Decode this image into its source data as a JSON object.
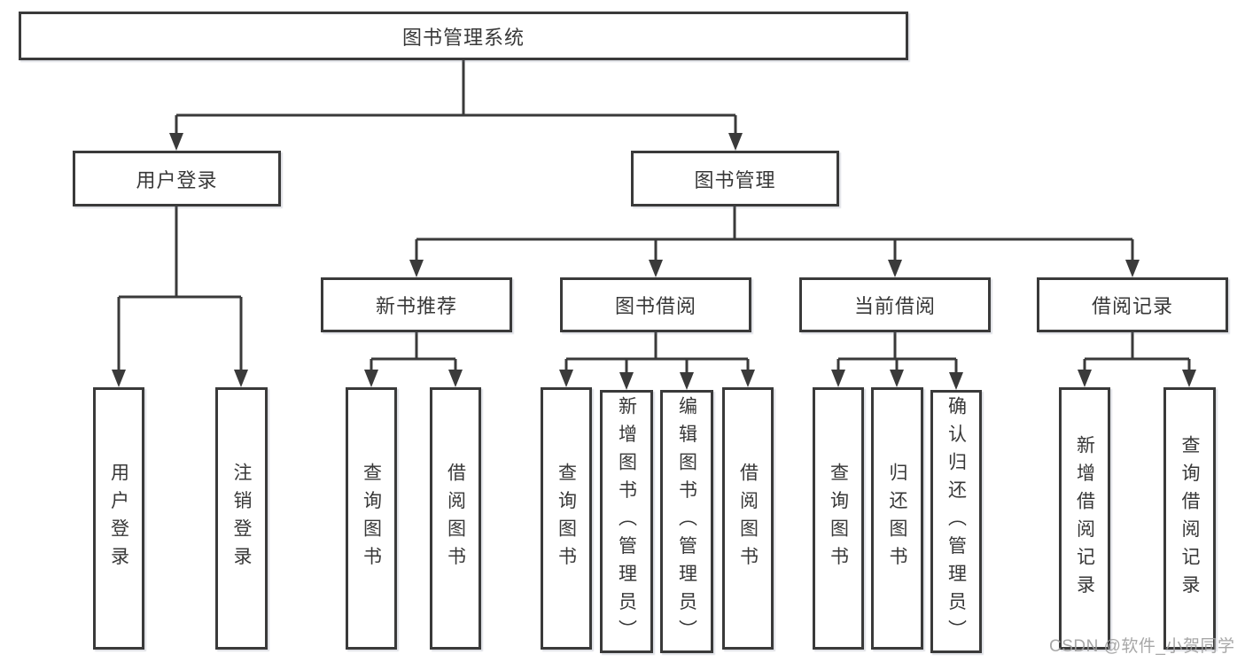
{
  "colors": {
    "background": "#ffffff",
    "line": "#3a3a3a",
    "box_border": "#3a3a3a",
    "text": "#383838",
    "watermark": "#9e9e9e"
  },
  "diagram": {
    "root": {
      "label": "图书管理系统"
    },
    "level2": [
      {
        "label": "用户登录"
      },
      {
        "label": "图书管理"
      }
    ],
    "level3": [
      {
        "label": "新书推荐"
      },
      {
        "label": "图书借阅"
      },
      {
        "label": "当前借阅"
      },
      {
        "label": "借阅记录"
      }
    ],
    "leaves": {
      "user_login": [
        "用户登录",
        "注销登录"
      ],
      "new_book_recommend": [
        "查询图书",
        "借阅图书"
      ],
      "book_borrow": [
        "查询图书",
        "新增图书（管理员）",
        "编辑图书（管理员）",
        "借阅图书"
      ],
      "current_borrow": [
        "查询图书",
        "归还图书",
        "确认归还（管理员）"
      ],
      "borrow_record": [
        "新增借阅记录",
        "查询借阅记录"
      ]
    }
  },
  "watermark": {
    "text": "CSDN @软件_小贺同学"
  }
}
